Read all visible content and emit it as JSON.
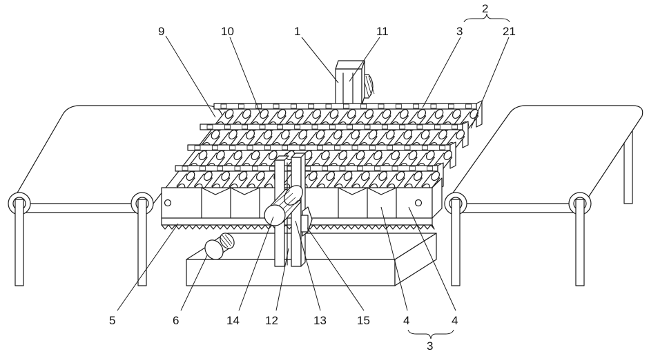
{
  "labels": {
    "n1": "1",
    "n2": "2",
    "n3_top": "3",
    "n3_bottom": "3",
    "n4_left": "4",
    "n4_right": "4",
    "n5": "5",
    "n6": "6",
    "n9": "9",
    "n10": "10",
    "n11": "11",
    "n12": "12",
    "n13": "13",
    "n14": "14",
    "n15": "15",
    "n21": "21"
  }
}
